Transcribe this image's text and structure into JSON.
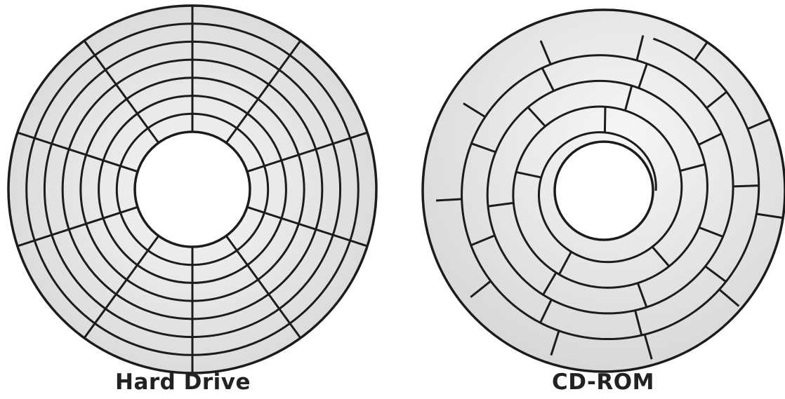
{
  "captions": {
    "hard_drive": "Hard Drive",
    "cd_rom": "CD-ROM"
  },
  "colors": {
    "disk_fill": "#e3e3e3",
    "disk_fill_light": "#f4f4f4",
    "line": "#1c1c1c",
    "hole": "#ffffff",
    "caption": "#222222"
  },
  "hard_drive": {
    "track_count": 7,
    "sector_count": 10
  },
  "cd_rom": {
    "spiral_turns": 4.2
  }
}
